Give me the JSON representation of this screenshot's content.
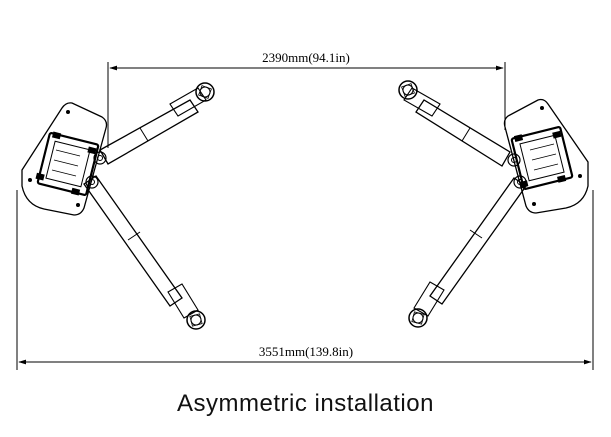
{
  "dimensions": {
    "top_dimension": "2390mm(94.1in)",
    "bottom_dimension": "3551mm(139.8in)"
  },
  "caption": "Asymmetric installation"
}
